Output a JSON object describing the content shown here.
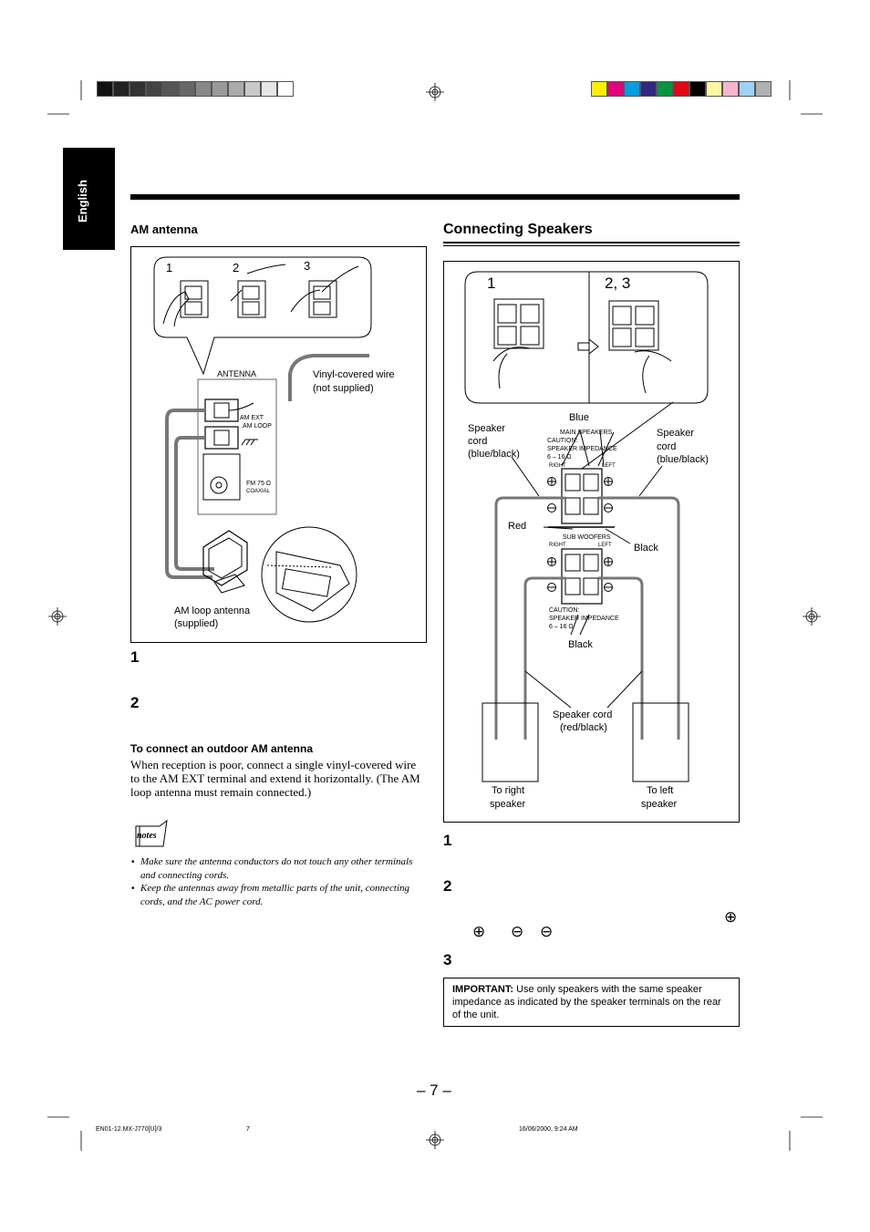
{
  "sidebar": {
    "language": "English"
  },
  "am_antenna": {
    "heading": "AM antenna",
    "figure": {
      "steps": [
        "1",
        "2",
        "3"
      ],
      "antenna_label": "ANTENNA",
      "am_ext": "AM EXT",
      "am_loop": "AM LOOP",
      "fm": "FM 75 Ω",
      "coaxial": "COAXIAL",
      "vinyl_wire_l1": "Vinyl-covered wire",
      "vinyl_wire_l2": "(not supplied)",
      "loop_l1": "AM loop antenna",
      "loop_l2": "(supplied)"
    },
    "step_numbers": [
      "1",
      "2"
    ],
    "outdoor_heading": "To connect an outdoor AM antenna",
    "outdoor_text": "When reception is poor, connect a single vinyl-covered wire to the AM EXT terminal and extend it horizontally. (The AM loop antenna must remain connected.)",
    "notes_icon": "notes",
    "notes": [
      "Make sure the antenna conductors do not touch any other terminals and connecting cords.",
      "Keep the antennas away from metallic parts of the unit, connecting cords, and the AC power cord."
    ]
  },
  "speakers": {
    "heading": "Connecting Speakers",
    "figure": {
      "step_a": "1",
      "step_b": "2, 3",
      "blue": "Blue",
      "main_speakers": "MAIN SPEAKERS",
      "caution": "CAUTION:",
      "speaker_impedance": "SPEAKER IMPEDANCE",
      "impedance_value": "6 – 16 Ω",
      "right": "RIGHT",
      "left": "LEFT",
      "sub_woofers": "SUB WOOFERS",
      "speaker_cord_left_l1": "Speaker",
      "speaker_cord_left_l2": "cord",
      "speaker_cord_left_l3": "(blue/black)",
      "speaker_cord_right_l1": "Speaker",
      "speaker_cord_right_l2": "cord",
      "speaker_cord_right_l3": "(blue/black)",
      "red": "Red",
      "black_right": "Black",
      "black_bottom": "Black",
      "cord_red_l1": "Speaker cord",
      "cord_red_l2": "(red/black)",
      "to_right_l1": "To right",
      "to_right_l2": "speaker",
      "to_left_l1": "To left",
      "to_left_l2": "speaker"
    },
    "step_numbers": [
      "1",
      "2",
      "3"
    ],
    "polarity_symbols": [
      "⊕",
      "⊕",
      "⊖",
      "⊖"
    ],
    "important_label": "IMPORTANT:",
    "important_text": " Use only speakers with the same speaker impedance as indicated by the speaker terminals on the rear of the unit."
  },
  "page_number": "– 7 –",
  "footer": {
    "code": "EN01-12.MX-J770[U]/3",
    "page": "7",
    "date": "16/06/2000, 9:24 AM"
  },
  "colors": {
    "grayscale_bar": [
      "#111111",
      "#222222",
      "#333333",
      "#444444",
      "#555555",
      "#666666",
      "#888888",
      "#999999",
      "#aaaaaa",
      "#c8c8c8",
      "#e6e6e6",
      "#ffffff"
    ],
    "color_bar": [
      "#ffed00",
      "#e5007e",
      "#009ee0",
      "#312782",
      "#009640",
      "#e30613",
      "#000000",
      "#fff6a0",
      "#f5b5cf",
      "#9dd3f2",
      "#b0b0b0"
    ]
  }
}
